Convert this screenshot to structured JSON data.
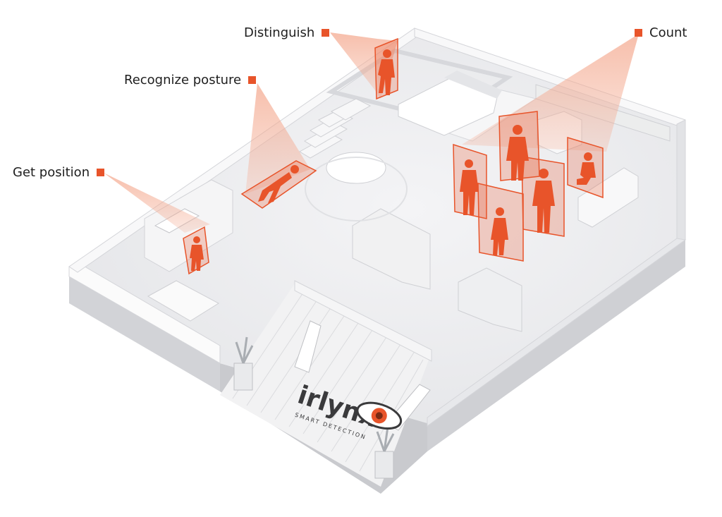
{
  "colors": {
    "accent": "#e8542a",
    "beam": "#f4a98f",
    "floor": "#ececee",
    "wall_top": "#fbfbfb",
    "wall_side": "#d9dadd",
    "text": "#1e1e1e"
  },
  "callouts": {
    "distinguish": "Distinguish",
    "recognize_posture": "Recognize posture",
    "get_position": "Get position",
    "count": "Count"
  },
  "logo": {
    "name": "irlynx",
    "tagline": "SMART DETECTION"
  }
}
